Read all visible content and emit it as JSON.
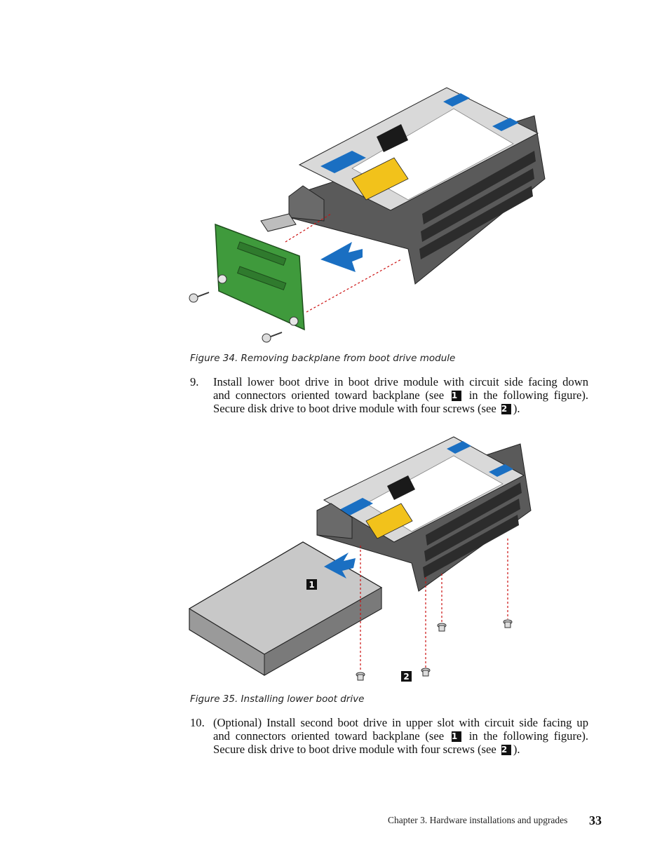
{
  "figure34": {
    "caption": "Figure 34. Removing backplane from boot drive module"
  },
  "step9": {
    "number": "9.",
    "line1": "Install lower boot drive in boot drive module with circuit side facing down",
    "line2_a": "and connectors oriented toward backplane (see",
    "line2_b": "in the following figure).",
    "line3_a": "Secure disk drive to boot drive module with four screws (see",
    "line3_b": ").",
    "callout1": "1",
    "callout2": "2"
  },
  "figure35": {
    "caption": "Figure 35. Installing lower boot drive",
    "callout1": "1",
    "callout2": "2"
  },
  "step10": {
    "number": "10.",
    "line1": "(Optional) Install second boot drive in upper slot with circuit side facing up",
    "line2_a": "and connectors oriented toward backplane (see",
    "line2_b": "in the following figure).",
    "line3_a": "Secure disk drive to boot drive module with four screws (see",
    "line3_b": ").",
    "callout1": "1",
    "callout2": "2"
  },
  "footer": {
    "chapter": "Chapter 3. Hardware installations and upgrades",
    "page_number": "33"
  },
  "colors": {
    "arrow_blue": "#1a6fc2",
    "board_green": "#3f9a3c",
    "caution_yellow": "#f2c21b",
    "guide_red": "#cc1111"
  }
}
